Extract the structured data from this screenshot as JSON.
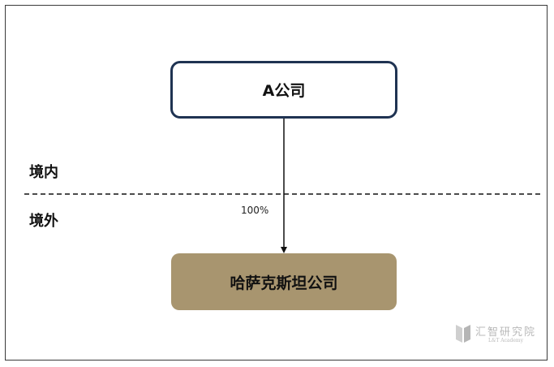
{
  "diagram": {
    "parent_entity": "A公司",
    "subsidiary_entity": "哈萨克斯坦公司",
    "domestic_label": "境内",
    "overseas_label": "境外",
    "ownership_percent": "100%"
  },
  "watermark": {
    "name": "汇智研究院",
    "subtitle": "L&T Academy"
  },
  "colors": {
    "parent_border": "#1f3352",
    "subsidiary_fill": "#a8956f",
    "line": "#111111"
  }
}
